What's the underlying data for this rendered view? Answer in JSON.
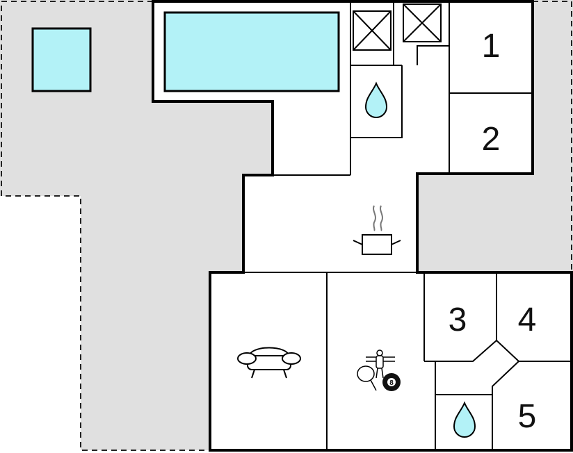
{
  "colors": {
    "terrace": "#e0e0e0",
    "water": "#b3f2f7",
    "wall": "#000000",
    "floor": "#ffffff"
  },
  "rooms": {
    "bedroom_1": "1",
    "bedroom_2": "2",
    "bedroom_3": "3",
    "bedroom_4": "4",
    "bedroom_5": "5"
  },
  "icons": {
    "bathroom_top": "water-drop-icon",
    "bathroom_bottom": "water-drop-icon",
    "kitchen": "cooking-pot-icon",
    "living": "sofa-icon",
    "games": "games-icon",
    "closets": "closet-x-icon",
    "pool": "pool",
    "whirlpool": "whirlpool"
  }
}
